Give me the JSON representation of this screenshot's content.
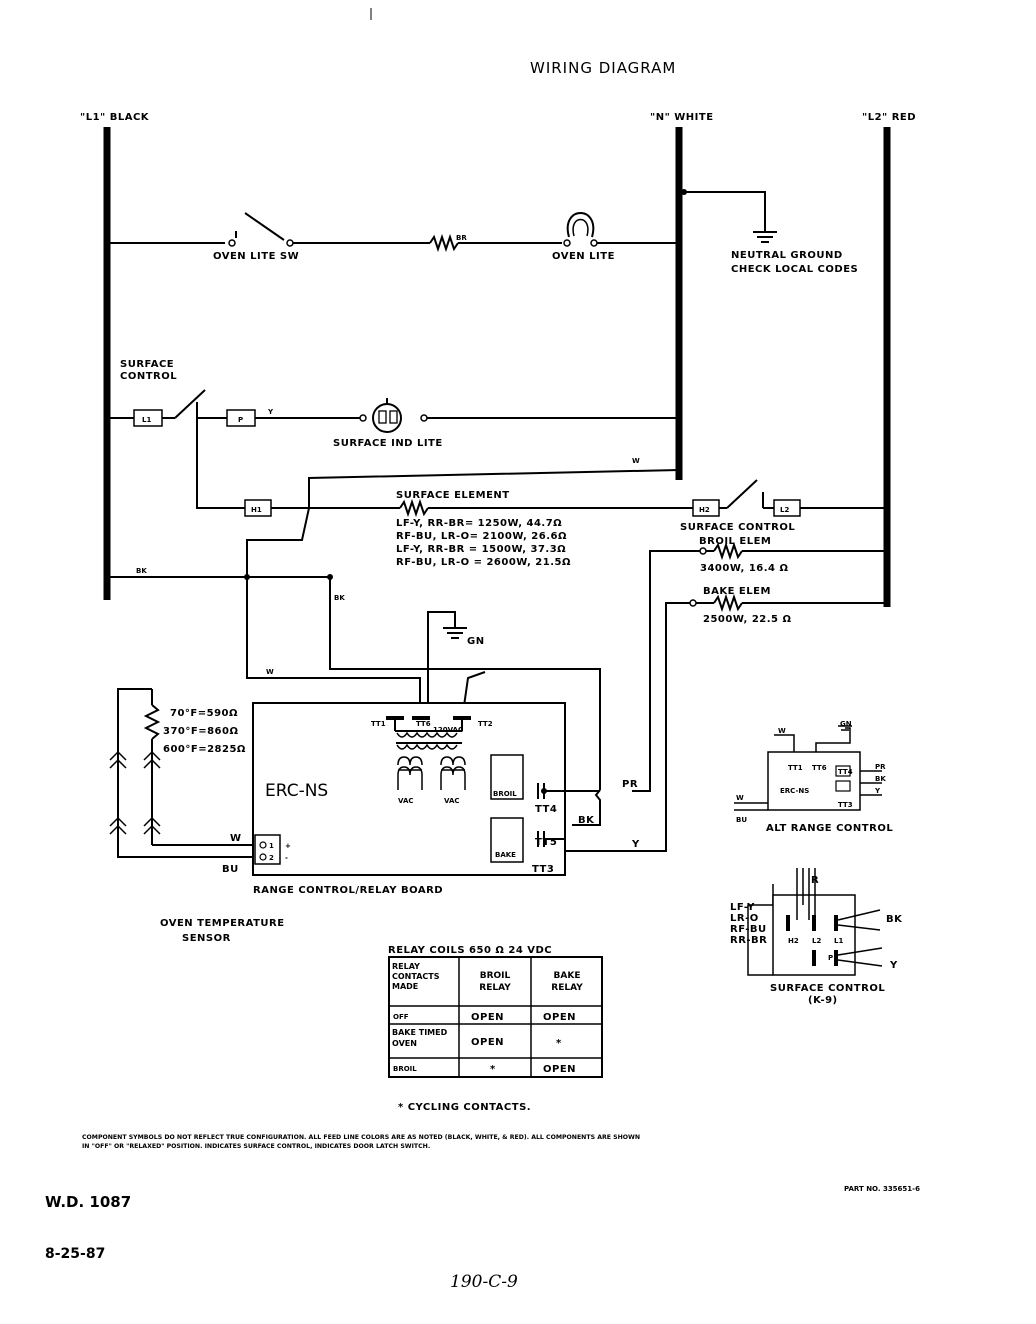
{
  "title": "WIRING DIAGRAM",
  "lines": {
    "l1": "\"L1\" BLACK",
    "n": "\"N\" WHITE",
    "l2": "\"L2\" RED"
  },
  "labels": {
    "oven_lite_sw": "OVEN LITE SW",
    "oven_lite": "OVEN LITE",
    "br": "BR",
    "neutral_ground_1": "NEUTRAL GROUND",
    "neutral_ground_2": "CHECK LOCAL CODES",
    "surface_control_1": "SURFACE",
    "surface_control_2": "CONTROL",
    "l1_box": "L1",
    "p_box": "P",
    "y1": "Y",
    "surface_ind_lite": "SURFACE IND LITE",
    "w1": "W",
    "h1_box": "H1",
    "h2_box": "H2",
    "l2_box": "L2",
    "surface_element": "SURFACE ELEMENT",
    "surface_element_specs": [
      "LF-Y, RR-BR= 1250W, 44.7Ω",
      "RF-BU, LR-O= 2100W, 26.6Ω",
      "LF-Y, RR-BR = 1500W, 37.3Ω",
      "RF-BU, LR-O = 2600W, 21.5Ω"
    ],
    "surface_control_right": "SURFACE CONTROL",
    "broil_elem": "BROIL ELEM",
    "broil_spec": "3400W, 16.4 Ω",
    "bake_elem": "BAKE ELEM",
    "bake_spec": "2500W, 22.5 Ω",
    "bk_left": "BK",
    "bk_vertical": "BK",
    "gn": "GN",
    "w_left": "W",
    "temps": [
      "70°F=590Ω",
      "370°F=860Ω",
      "600°F=2825Ω"
    ],
    "erc_ns": "ERC-NS",
    "tt1": "TT1",
    "tt6": "TT6",
    "tt2": "TT2",
    "vac120": "120VAC",
    "vac_a": "VAC",
    "vac_b": "VAC",
    "broil_small": "BROIL",
    "bake_small": "BAKE",
    "tt4": "TT4",
    "tt5": "TT5",
    "tt3": "TT3",
    "pr": "PR",
    "bk_board": "BK",
    "y_board": "Y",
    "w_sensor": "W",
    "bu_sensor": "BU",
    "pin1": "1",
    "pin2": "2",
    "plus": "+",
    "minus": "-",
    "range_board": "RANGE CONTROL/RELAY BOARD",
    "oven_temp_1": "OVEN TEMPERATURE",
    "oven_temp_2": "SENSOR"
  },
  "alt_range": {
    "caption": "ALT RANGE CONTROL",
    "gn": "GN",
    "w_top": "W",
    "tt1": "TT1",
    "tt6": "TT6",
    "erc": "ERC-NS",
    "tt4": "TT4",
    "tt3": "TT3",
    "w_side": "W",
    "bu_side": "BU",
    "pr": "PR",
    "bk": "BK",
    "y": "Y"
  },
  "surface_k9": {
    "caption_1": "SURFACE CONTROL",
    "caption_2": "(K-9)",
    "r": "R",
    "bk": "BK",
    "y": "Y",
    "legend": [
      "LF-Y",
      "LR-O",
      "RF-BU",
      "RR-BR"
    ],
    "h2": "H2",
    "l2": "L2",
    "l1": "L1",
    "p": "P"
  },
  "relay_table": {
    "header": "RELAY COILS 650 Ω 24 VDC",
    "columns": [
      "RELAY CONTACTS MADE",
      "BROIL RELAY",
      "BAKE RELAY"
    ],
    "rows": [
      [
        "OFF",
        "OPEN",
        "OPEN"
      ],
      [
        "BAKE TIMED OVEN",
        "OPEN",
        "*"
      ],
      [
        "BROIL",
        "*",
        "OPEN"
      ]
    ],
    "footnote": "* CYCLING CONTACTS."
  },
  "notes": [
    "COMPONENT SYMBOLS DO NOT REFLECT TRUE CONFIGURATION. ALL FEED LINE COLORS ARE AS NOTED (BLACK, WHITE, & RED). ALL COMPONENTS ARE SHOWN",
    "IN \"OFF\" OR \"RELAXED\" POSITION.     INDICATES SURFACE CONTROL,      INDICATES DOOR LATCH SWITCH."
  ],
  "part_no": "PART NO. 335651-6",
  "wd": "W.D. 1087",
  "date": "8-25-87",
  "handwritten": "190-C-9"
}
